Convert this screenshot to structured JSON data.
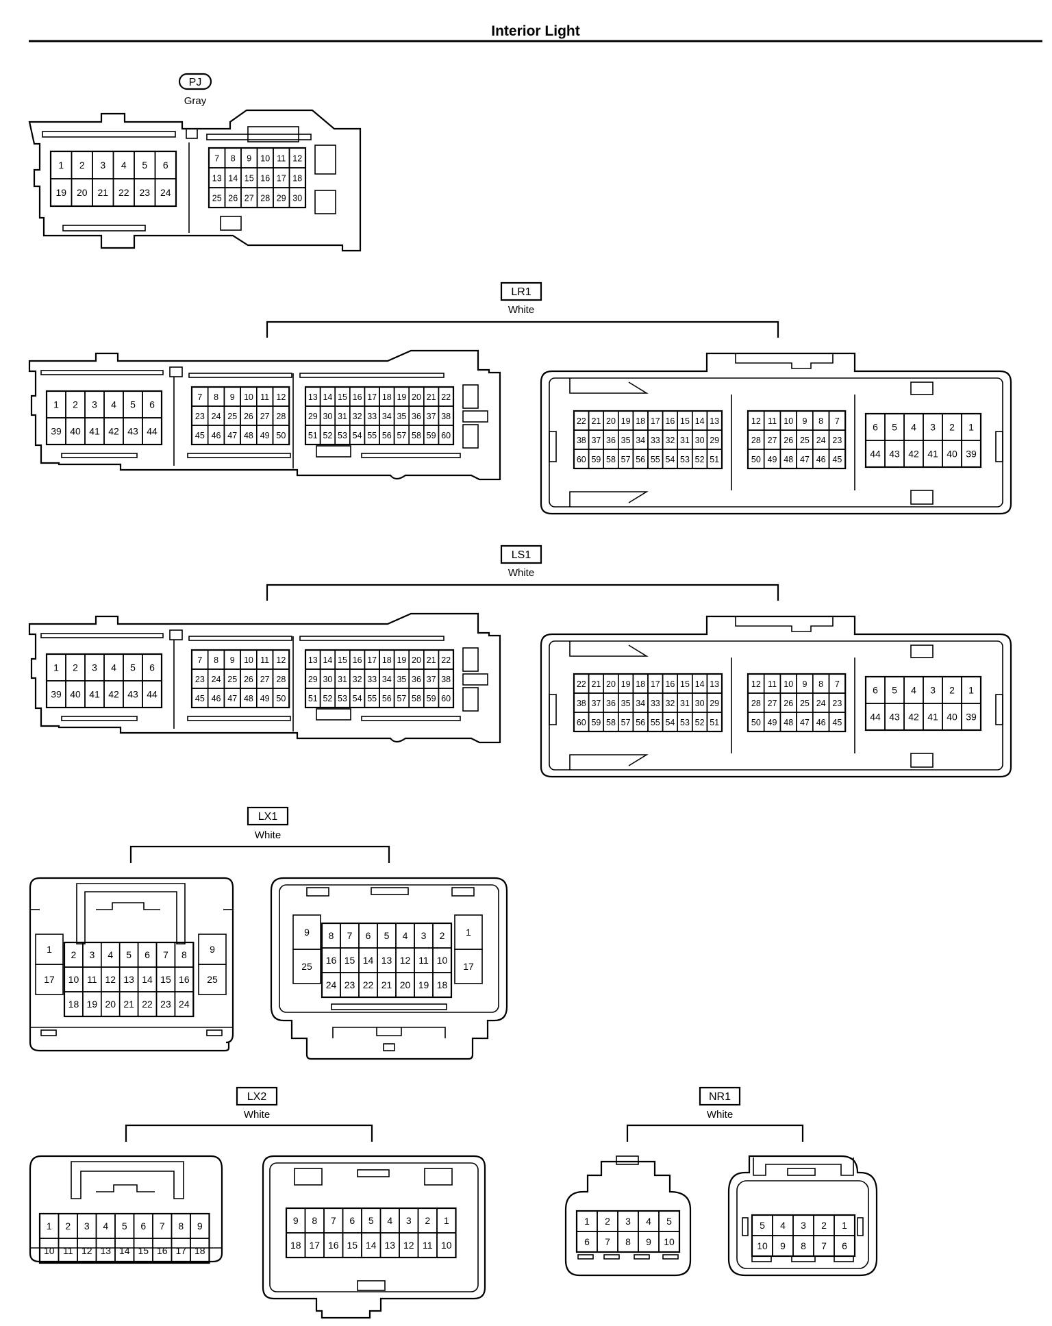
{
  "title": "Interior Light",
  "connectors": {
    "pj": {
      "code": "PJ",
      "color": "Gray",
      "left_rows": [
        [
          "1",
          "2",
          "3",
          "4",
          "5",
          "6"
        ],
        [
          "19",
          "20",
          "21",
          "22",
          "23",
          "24"
        ]
      ],
      "right_rows": [
        [
          "7",
          "8",
          "9",
          "10",
          "11",
          "12"
        ],
        [
          "13",
          "14",
          "15",
          "16",
          "17",
          "18"
        ],
        [
          "25",
          "26",
          "27",
          "28",
          "29",
          "30"
        ]
      ]
    },
    "lr1": {
      "code": "LR1",
      "color": "White",
      "male": {
        "a": [
          [
            "1",
            "2",
            "3",
            "4",
            "5",
            "6"
          ],
          [
            "39",
            "40",
            "41",
            "42",
            "43",
            "44"
          ]
        ],
        "b": [
          [
            "7",
            "8",
            "9",
            "10",
            "11",
            "12"
          ],
          [
            "23",
            "24",
            "25",
            "26",
            "27",
            "28"
          ],
          [
            "45",
            "46",
            "47",
            "48",
            "49",
            "50"
          ]
        ],
        "c": [
          [
            "13",
            "14",
            "15",
            "16",
            "17",
            "18",
            "19",
            "20",
            "21",
            "22"
          ],
          [
            "29",
            "30",
            "31",
            "32",
            "33",
            "34",
            "35",
            "36",
            "37",
            "38"
          ],
          [
            "51",
            "52",
            "53",
            "54",
            "55",
            "56",
            "57",
            "58",
            "59",
            "60"
          ]
        ]
      },
      "female": {
        "a": [
          [
            "22",
            "21",
            "20",
            "19",
            "18",
            "17",
            "16",
            "15",
            "14",
            "13"
          ],
          [
            "38",
            "37",
            "36",
            "35",
            "34",
            "33",
            "32",
            "31",
            "30",
            "29"
          ],
          [
            "60",
            "59",
            "58",
            "57",
            "56",
            "55",
            "54",
            "53",
            "52",
            "51"
          ]
        ],
        "b": [
          [
            "12",
            "11",
            "10",
            "9",
            "8",
            "7"
          ],
          [
            "28",
            "27",
            "26",
            "25",
            "24",
            "23"
          ],
          [
            "50",
            "49",
            "48",
            "47",
            "46",
            "45"
          ]
        ],
        "c": [
          [
            "6",
            "5",
            "4",
            "3",
            "2",
            "1"
          ],
          [
            "44",
            "43",
            "42",
            "41",
            "40",
            "39"
          ]
        ]
      }
    },
    "ls1": {
      "code": "LS1",
      "color": "White",
      "male": {
        "a": [
          [
            "1",
            "2",
            "3",
            "4",
            "5",
            "6"
          ],
          [
            "39",
            "40",
            "41",
            "42",
            "43",
            "44"
          ]
        ],
        "b": [
          [
            "7",
            "8",
            "9",
            "10",
            "11",
            "12"
          ],
          [
            "23",
            "24",
            "25",
            "26",
            "27",
            "28"
          ],
          [
            "45",
            "46",
            "47",
            "48",
            "49",
            "50"
          ]
        ],
        "c": [
          [
            "13",
            "14",
            "15",
            "16",
            "17",
            "18",
            "19",
            "20",
            "21",
            "22"
          ],
          [
            "29",
            "30",
            "31",
            "32",
            "33",
            "34",
            "35",
            "36",
            "37",
            "38"
          ],
          [
            "51",
            "52",
            "53",
            "54",
            "55",
            "56",
            "57",
            "58",
            "59",
            "60"
          ]
        ]
      },
      "female": {
        "a": [
          [
            "22",
            "21",
            "20",
            "19",
            "18",
            "17",
            "16",
            "15",
            "14",
            "13"
          ],
          [
            "38",
            "37",
            "36",
            "35",
            "34",
            "33",
            "32",
            "31",
            "30",
            "29"
          ],
          [
            "60",
            "59",
            "58",
            "57",
            "56",
            "55",
            "54",
            "53",
            "52",
            "51"
          ]
        ],
        "b": [
          [
            "12",
            "11",
            "10",
            "9",
            "8",
            "7"
          ],
          [
            "28",
            "27",
            "26",
            "25",
            "24",
            "23"
          ],
          [
            "50",
            "49",
            "48",
            "47",
            "46",
            "45"
          ]
        ],
        "c": [
          [
            "6",
            "5",
            "4",
            "3",
            "2",
            "1"
          ],
          [
            "44",
            "43",
            "42",
            "41",
            "40",
            "39"
          ]
        ]
      }
    },
    "lx1": {
      "code": "LX1",
      "color": "White",
      "male": {
        "left_side": [
          "1",
          "17"
        ],
        "center": [
          [
            "2",
            "3",
            "4",
            "5",
            "6",
            "7",
            "8"
          ],
          [
            "10",
            "11",
            "12",
            "13",
            "14",
            "15",
            "16"
          ],
          [
            "18",
            "19",
            "20",
            "21",
            "22",
            "23",
            "24"
          ]
        ],
        "right_side": [
          "9",
          "25"
        ]
      },
      "female": {
        "left_side": [
          "9",
          "25"
        ],
        "center": [
          [
            "8",
            "7",
            "6",
            "5",
            "4",
            "3",
            "2"
          ],
          [
            "16",
            "15",
            "14",
            "13",
            "12",
            "11",
            "10"
          ],
          [
            "24",
            "23",
            "22",
            "21",
            "20",
            "19",
            "18"
          ]
        ],
        "right_side": [
          "1",
          "17"
        ]
      }
    },
    "lx2": {
      "code": "LX2",
      "color": "White",
      "male": [
        [
          "1",
          "2",
          "3",
          "4",
          "5",
          "6",
          "7",
          "8",
          "9"
        ],
        [
          "10",
          "11",
          "12",
          "13",
          "14",
          "15",
          "16",
          "17",
          "18"
        ]
      ],
      "female": [
        [
          "9",
          "8",
          "7",
          "6",
          "5",
          "4",
          "3",
          "2",
          "1"
        ],
        [
          "18",
          "17",
          "16",
          "15",
          "14",
          "13",
          "12",
          "11",
          "10"
        ]
      ]
    },
    "nr1": {
      "code": "NR1",
      "color": "White",
      "male": [
        [
          "1",
          "2",
          "3",
          "4",
          "5"
        ],
        [
          "6",
          "7",
          "8",
          "9",
          "10"
        ]
      ],
      "female": [
        [
          "5",
          "4",
          "3",
          "2",
          "1"
        ],
        [
          "10",
          "9",
          "8",
          "7",
          "6"
        ]
      ]
    }
  }
}
